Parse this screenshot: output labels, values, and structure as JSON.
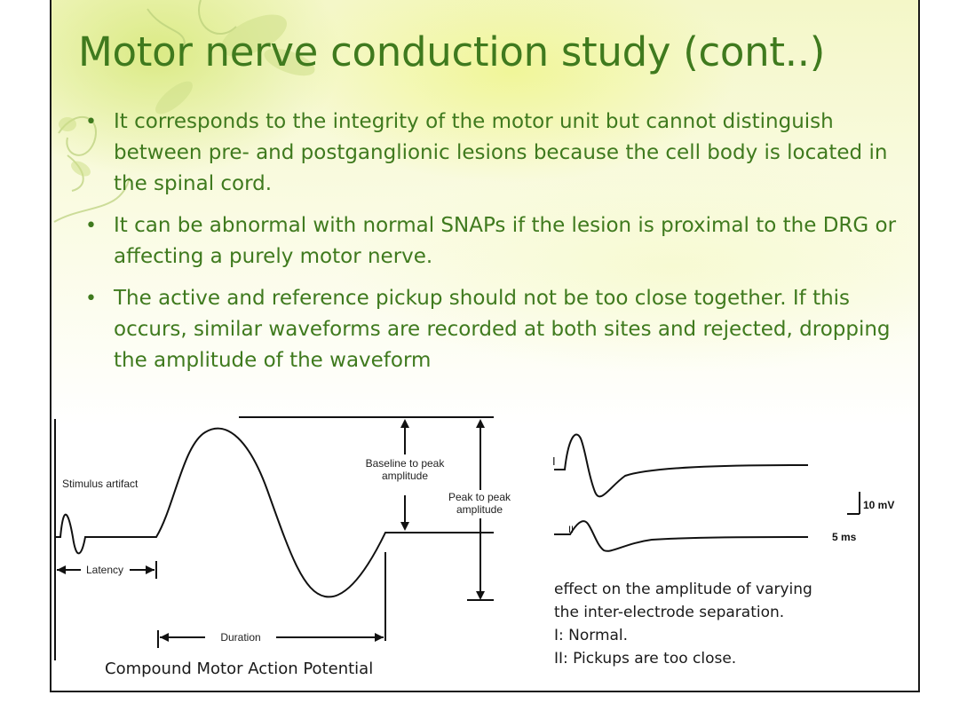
{
  "slide": {
    "title": "Motor nerve conduction study (cont..)",
    "bullets": [
      "It corresponds to the integrity of the motor unit but cannot distinguish between pre- and postganglionic lesions because the cell body is located in the spinal cord.",
      "It can be abnormal with normal SNAPs if the lesion is proximal to the DRG or affecting a purely motor nerve.",
      "The active and reference pickup should not be too close together. If this occurs, similar waveforms are recorded at both sites and rejected, dropping the amplitude of the waveform"
    ],
    "bullet_glyph": "•",
    "colors": {
      "title": "#3f7a1e",
      "text": "#3f7a1e",
      "background_glow": "#f0f696"
    }
  },
  "cmap_diagram": {
    "labels": {
      "stimulus_artifact": "Stimulus artifact",
      "baseline_to_peak_1": "Baseline to peak",
      "baseline_to_peak_2": "amplitude",
      "peak_to_peak_1": "Peak to peak",
      "peak_to_peak_2": "amplitude",
      "latency": "Latency",
      "duration": "Duration"
    },
    "caption": "Compound Motor Action Potential"
  },
  "electrode_diagram": {
    "trace_labels": {
      "normal": "I",
      "close": "II"
    },
    "scale_voltage": "10 mV",
    "scale_time": "5 ms",
    "caption_lines": [
      "effect on the amplitude of varying",
      "the inter-electrode separation.",
      "I: Normal.",
      "II: Pickups are too close."
    ]
  }
}
